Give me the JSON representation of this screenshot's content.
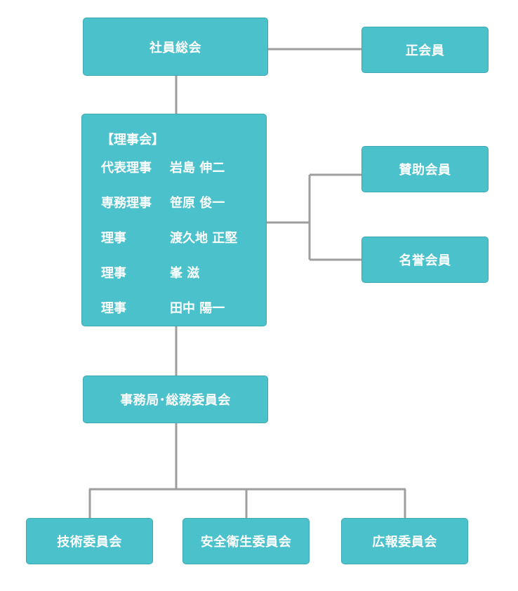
{
  "nodes": {
    "general_meeting": "社員総会",
    "regular_members": "正会員",
    "supporting_members": "賛助会員",
    "honorary_members": "名誉会員",
    "secretariat": "事務局･総務委員会",
    "technical_committee": "技術委員会",
    "safety_committee": "安全衛生委員会",
    "pr_committee": "広報委員会"
  },
  "board": {
    "heading": "【理事会】",
    "members": [
      {
        "role": "代表理事",
        "name": "岩島 伸二"
      },
      {
        "role": "専務理事",
        "name": "笹原 俊一"
      },
      {
        "role": "理事",
        "name": "渡久地 正堅"
      },
      {
        "role": "理事",
        "name": "峯 滋"
      },
      {
        "role": "理事",
        "name": "田中 陽一"
      }
    ]
  },
  "colors": {
    "box_fill": "#4bc1cc",
    "box_border": "#3aa9b3",
    "connector": "#9e9e9e",
    "text": "#ffffff"
  }
}
